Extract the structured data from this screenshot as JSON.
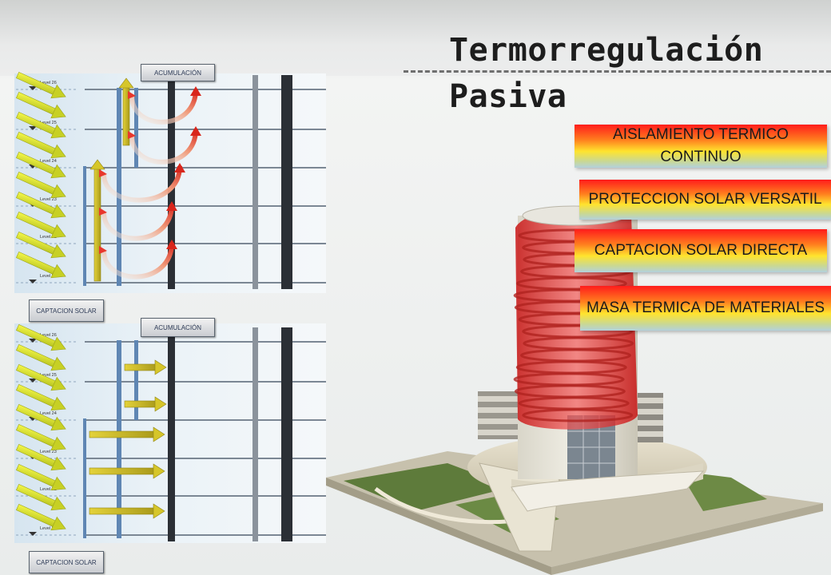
{
  "slide": {
    "title_line1": "Termorregulación",
    "title_line2": "Pasiva"
  },
  "features": [
    {
      "label": "AISLAMIENTO TERMICO CONTINUO"
    },
    {
      "label": "PROTECCION SOLAR VERSATIL"
    },
    {
      "label": "CAPTACION SOLAR DIRECTA"
    },
    {
      "label": "MASA TERMICA DE MATERIALES"
    }
  ],
  "diagrams": [
    {
      "accumulation_label": "ACUMULACIÓN",
      "capture_label": "CAPTACION SOLAR",
      "levels": [
        "Level 26",
        "Level 25",
        "Level 24",
        "Level 23",
        "Level 22",
        "Level 21"
      ]
    },
    {
      "accumulation_label": "ACUMULACIÓN",
      "capture_label": "CAPTACION SOLAR",
      "levels": [
        "Level 26",
        "Level 25",
        "Level 24",
        "Level 23",
        "Level 22",
        "Level 21"
      ]
    }
  ],
  "colors": {
    "sun_arrow": "#e6ee2a",
    "heat_arrow_yellow": "#d6c62a",
    "heat_arc_red": "#e8372c",
    "column_blue": "#5f86b3",
    "column_dark": "#2b2f35",
    "tower_glass_red": "#e8201f"
  }
}
